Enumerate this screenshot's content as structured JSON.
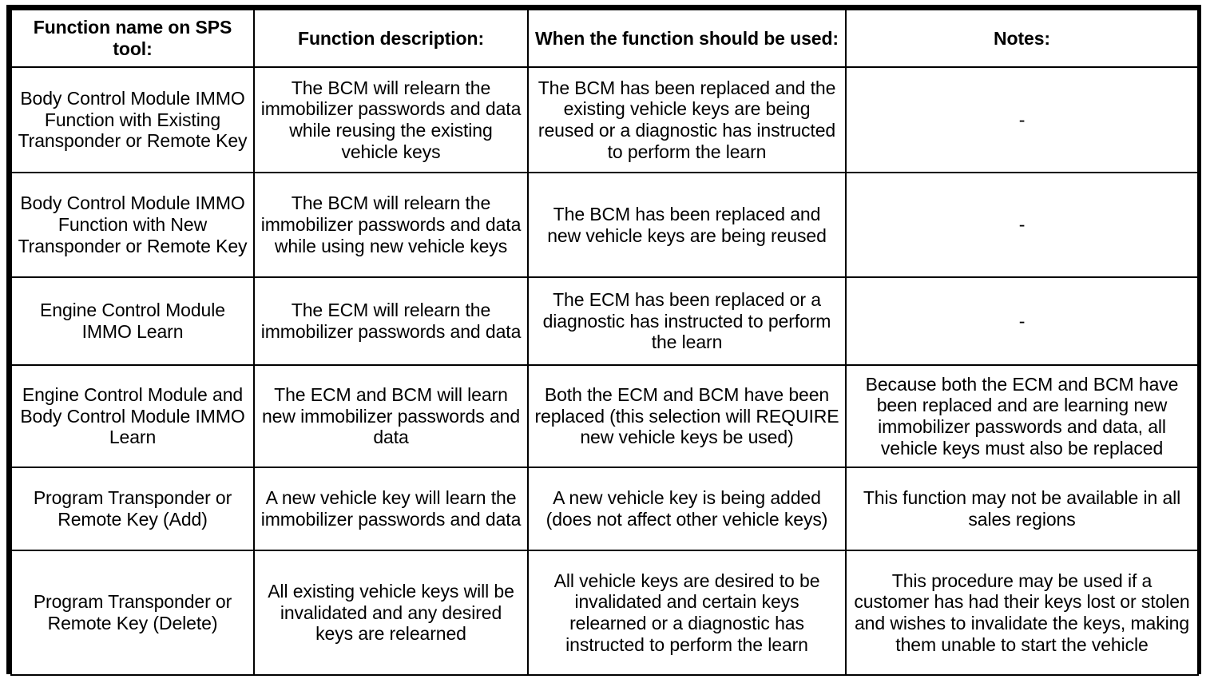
{
  "table": {
    "headers": [
      "Function name on SPS tool:",
      "Function description:",
      "When the function should be used:",
      "Notes:"
    ],
    "rows": [
      {
        "function_name": "Body Control Module IMMO Function with Existing Transponder or Remote Key",
        "description": "The BCM will relearn the immobilizer passwords and data while reusing the existing vehicle keys",
        "when_used": "The BCM has been replaced and the existing vehicle keys are being reused or a diagnostic has instructed to perform the learn",
        "notes": "-"
      },
      {
        "function_name": "Body Control Module IMMO Function with New Transponder or Remote Key",
        "description": "The BCM will relearn the immobilizer passwords and data while using new vehicle keys",
        "when_used": "The BCM has been replaced and new vehicle keys are being reused",
        "notes": "-"
      },
      {
        "function_name": "Engine Control Module IMMO Learn",
        "description": "The ECM will relearn the immobilizer passwords and data",
        "when_used": "The ECM has been replaced or a diagnostic has instructed to perform the learn",
        "notes": "-"
      },
      {
        "function_name": "Engine Control Module and Body Control Module IMMO Learn",
        "description": "The ECM and BCM will learn new immobilizer passwords and data",
        "when_used": "Both the ECM and BCM have been replaced (this selection will REQUIRE new vehicle keys be used)",
        "notes": "Because both the ECM and BCM have been replaced and are learning new immobilizer passwords and data, all vehicle keys must also be replaced"
      },
      {
        "function_name": "Program Transponder or Remote Key (Add)",
        "description": "A new vehicle key will learn the immobilizer passwords and data",
        "when_used": "A new vehicle key is being added (does not affect other vehicle keys)",
        "notes": "This function may not be available in all sales regions"
      },
      {
        "function_name": "Program Transponder or Remote Key (Delete)",
        "description": "All existing vehicle keys will be invalidated and any desired keys are relearned",
        "when_used": "All vehicle keys are desired to be invalidated and certain keys relearned or a diagnostic has instructed to perform the learn",
        "notes": "This procedure may be used if a customer has had their keys lost or stolen and wishes to invalidate the keys, making them unable to start the vehicle"
      }
    ]
  },
  "colors": {
    "border": "#000000",
    "text": "#000000",
    "background": "#ffffff"
  }
}
